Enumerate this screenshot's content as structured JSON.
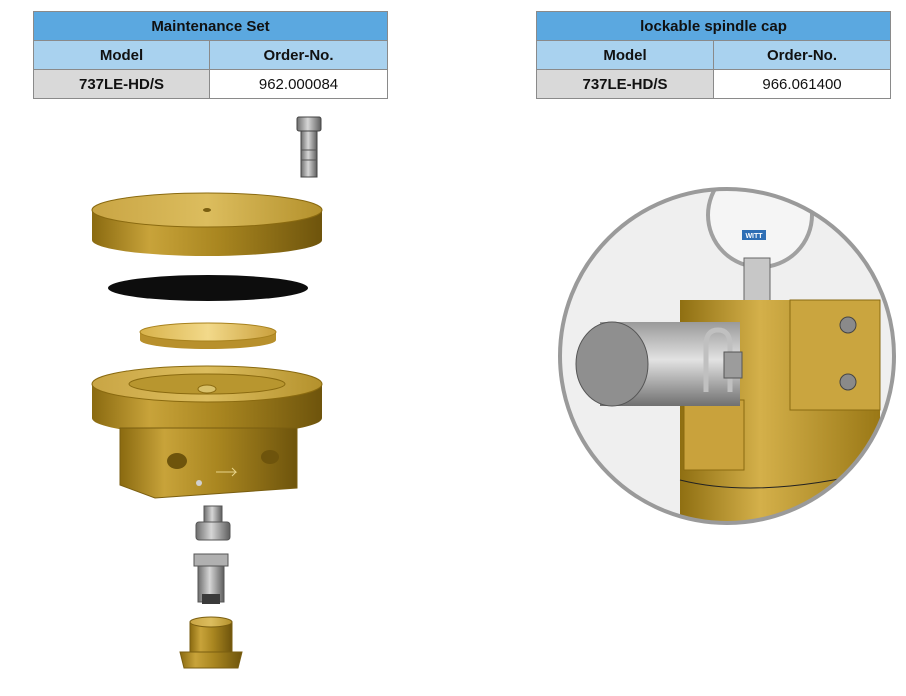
{
  "tables": [
    {
      "title": "Maintenance Set",
      "col_model": "Model",
      "col_order": "Order-No.",
      "model": "737LE-HD/S",
      "order": "962.000084"
    },
    {
      "title": "lockable spindle cap",
      "col_model": "Model",
      "col_order": "Order-No.",
      "model": "737LE-HD/S",
      "order": "966.061400"
    }
  ],
  "gauge_brand": "WITT"
}
